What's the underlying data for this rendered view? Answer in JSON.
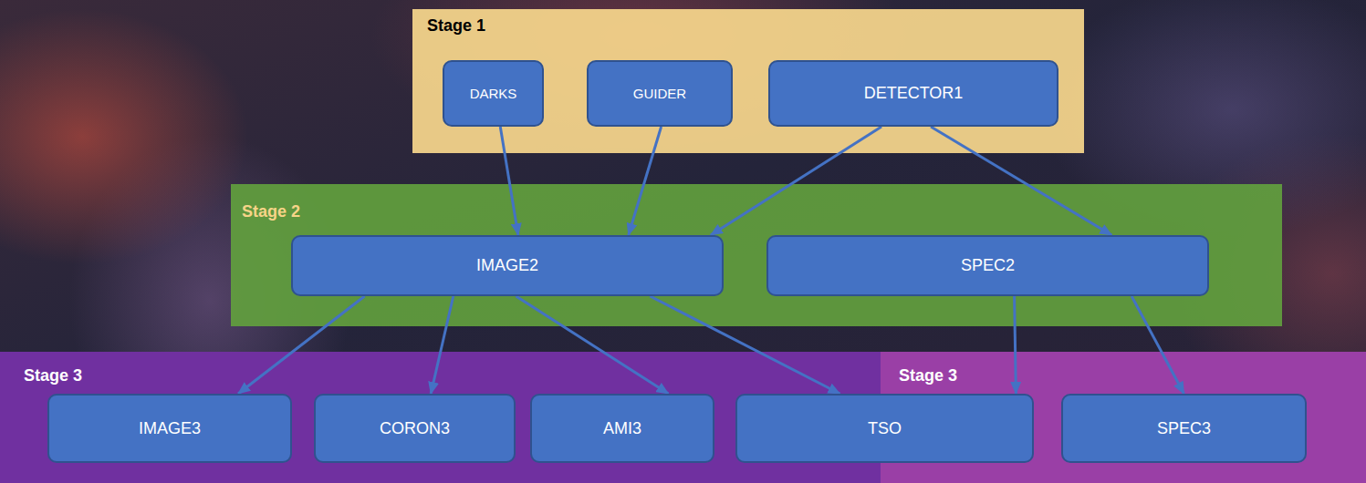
{
  "diagram": {
    "nodes": [
      {
        "text": [
          "Stage 1"
        ]
      },
      {
        "text": [
          "DARKS"
        ],
        "in": 0
      },
      {
        "text": [
          "GUIDER"
        ],
        "in": 0
      },
      {
        "text": [
          "DETECTOR1"
        ],
        "in": 0
      },
      {
        "text": [
          "Stage 2"
        ]
      },
      {
        "text": [
          "IMAGE2"
        ],
        "in": 4
      },
      {
        "text": [
          "SPEC2"
        ],
        "in": 4
      },
      {
        "text": [
          "Stage 3"
        ]
      },
      {
        "text": [
          "IMAGE3"
        ],
        "in": 7
      },
      {
        "text": [
          "CORON3"
        ],
        "in": 7
      },
      {
        "text": [
          "AMI3"
        ],
        "in": 7
      },
      {
        "text": [
          "TSO"
        ]
      },
      {
        "text": [
          "Stage 3"
        ]
      },
      {
        "text": [
          "SPEC3"
        ],
        "in": 12
      }
    ],
    "edges": [
      {
        "from": 1,
        "to": 5,
        "arrow": "to"
      },
      {
        "from": 2,
        "to": 5,
        "arrow": "to"
      },
      {
        "from": 3,
        "to": 5,
        "arrow": "to"
      },
      {
        "from": 3,
        "to": 6,
        "arrow": "to"
      },
      {
        "from": 5,
        "to": 8,
        "arrow": "to"
      },
      {
        "from": 5,
        "to": 9,
        "arrow": "to"
      },
      {
        "from": 5,
        "to": 10,
        "arrow": "to"
      },
      {
        "from": 5,
        "to": 11,
        "arrow": "to"
      },
      {
        "from": 6,
        "to": 11,
        "arrow": "to"
      },
      {
        "from": 6,
        "to": 13,
        "arrow": "to"
      }
    ]
  }
}
